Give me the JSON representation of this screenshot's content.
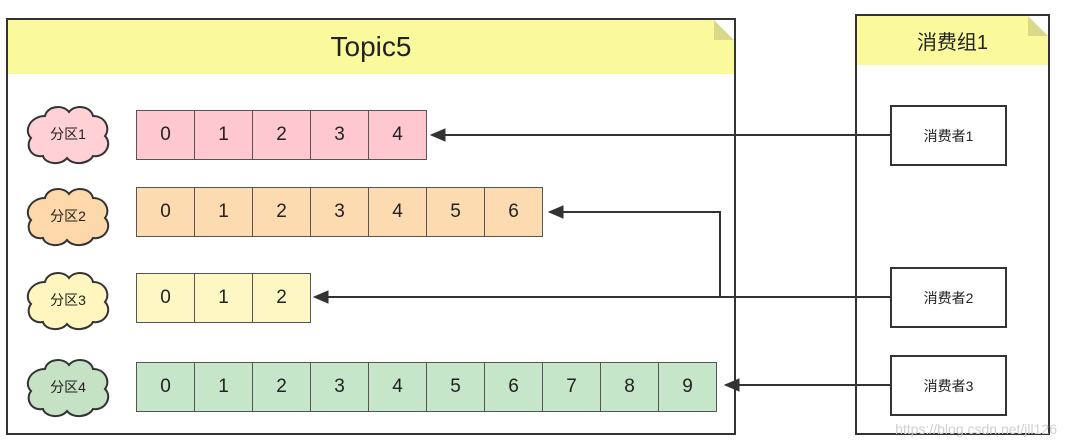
{
  "topic": {
    "title": "Topic5"
  },
  "group": {
    "title": "消费组1"
  },
  "partitions": [
    {
      "label": "分区1",
      "cells": [
        "0",
        "1",
        "2",
        "3",
        "4"
      ],
      "fill": "#ffc7cf",
      "cloud": "#ffd0d6"
    },
    {
      "label": "分区2",
      "cells": [
        "0",
        "1",
        "2",
        "3",
        "4",
        "5",
        "6"
      ],
      "fill": "#fddbb0",
      "cloud": "#fdd8aa"
    },
    {
      "label": "分区3",
      "cells": [
        "0",
        "1",
        "2"
      ],
      "fill": "#fdf7c4",
      "cloud": "#fff5bf"
    },
    {
      "label": "分区4",
      "cells": [
        "0",
        "1",
        "2",
        "3",
        "4",
        "5",
        "6",
        "7",
        "8",
        "9"
      ],
      "fill": "#c6e6c9",
      "cloud": "#c5e2c5"
    }
  ],
  "consumers": [
    {
      "label": "消费者1"
    },
    {
      "label": "消费者2"
    },
    {
      "label": "消费者3"
    }
  ],
  "watermark": "https://blog.csdn.net/jll126",
  "colors": {
    "title_fill": "#fafa9c",
    "line": "#333333"
  }
}
